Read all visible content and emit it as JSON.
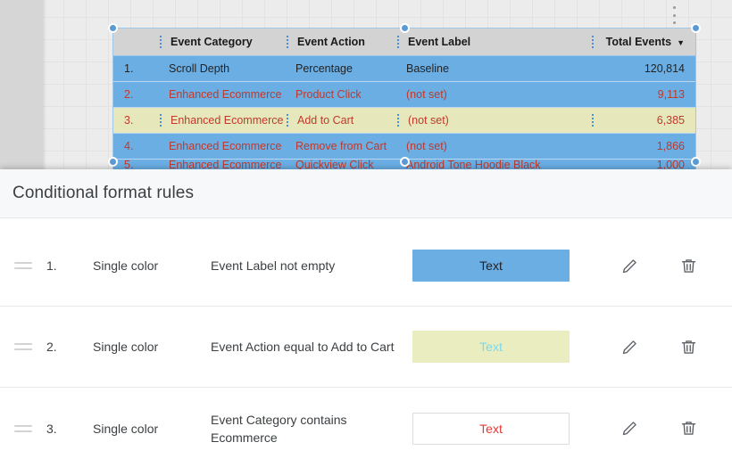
{
  "background": {
    "dot_menu_icon": "more-vert-icon",
    "table": {
      "columns": [
        {
          "key": "index",
          "label": ""
        },
        {
          "key": "category",
          "label": "Event Category"
        },
        {
          "key": "action",
          "label": "Event Action"
        },
        {
          "key": "label",
          "label": "Event Label"
        },
        {
          "key": "total",
          "label": "Total Events",
          "sort_caret": "▼"
        }
      ],
      "rows": [
        {
          "index": "1.",
          "category": "Scroll Depth",
          "action": "Percentage",
          "label": "Baseline",
          "total": "120,814",
          "row_style": "row-blue",
          "text_style": "txt-dark"
        },
        {
          "index": "2.",
          "category": "Enhanced Ecommerce",
          "action": "Product Click",
          "label": "(not set)",
          "total": "9,113",
          "row_style": "row-blue",
          "text_style": "txt-red"
        },
        {
          "index": "3.",
          "category": "Enhanced Ecommerce",
          "action": "Add to Cart",
          "label": "(not set)",
          "total": "6,385",
          "row_style": "row-yellow",
          "text_style": "txt-red"
        },
        {
          "index": "4.",
          "category": "Enhanced Ecommerce",
          "action": "Remove from Cart",
          "label": "(not set)",
          "total": "1,866",
          "row_style": "row-blue",
          "text_style": "txt-red"
        },
        {
          "index": "5.",
          "category": "Enhanced Ecommerce",
          "action": "Quickview Click",
          "label": "Android Tone Hoodie Black",
          "total": "1,000",
          "row_style": "row-blue",
          "text_style": "txt-red"
        }
      ]
    }
  },
  "dialog": {
    "title": "Conditional format rules",
    "rules": [
      {
        "index": "1.",
        "type": "Single color",
        "condition": "Event Label not empty",
        "preview_text": "Text",
        "background_color": "#6aaee4",
        "text_color": "#202124",
        "border_color": "#6aaee4",
        "edit_icon": "pencil-icon",
        "delete_icon": "trash-icon"
      },
      {
        "index": "2.",
        "type": "Single color",
        "condition": "Event Action equal to Add to Cart",
        "preview_text": "Text",
        "background_color": "#e9edc0",
        "text_color": "#7fd8ea",
        "border_color": "#e9edc0",
        "edit_icon": "pencil-icon",
        "delete_icon": "trash-icon"
      },
      {
        "index": "3.",
        "type": "Single color",
        "condition": "Event Category contains Ecommerce",
        "preview_text": "Text",
        "background_color": "#ffffff",
        "text_color": "#e53935",
        "border_color": "#dadce0",
        "edit_icon": "pencil-icon",
        "delete_icon": "trash-icon"
      }
    ]
  }
}
